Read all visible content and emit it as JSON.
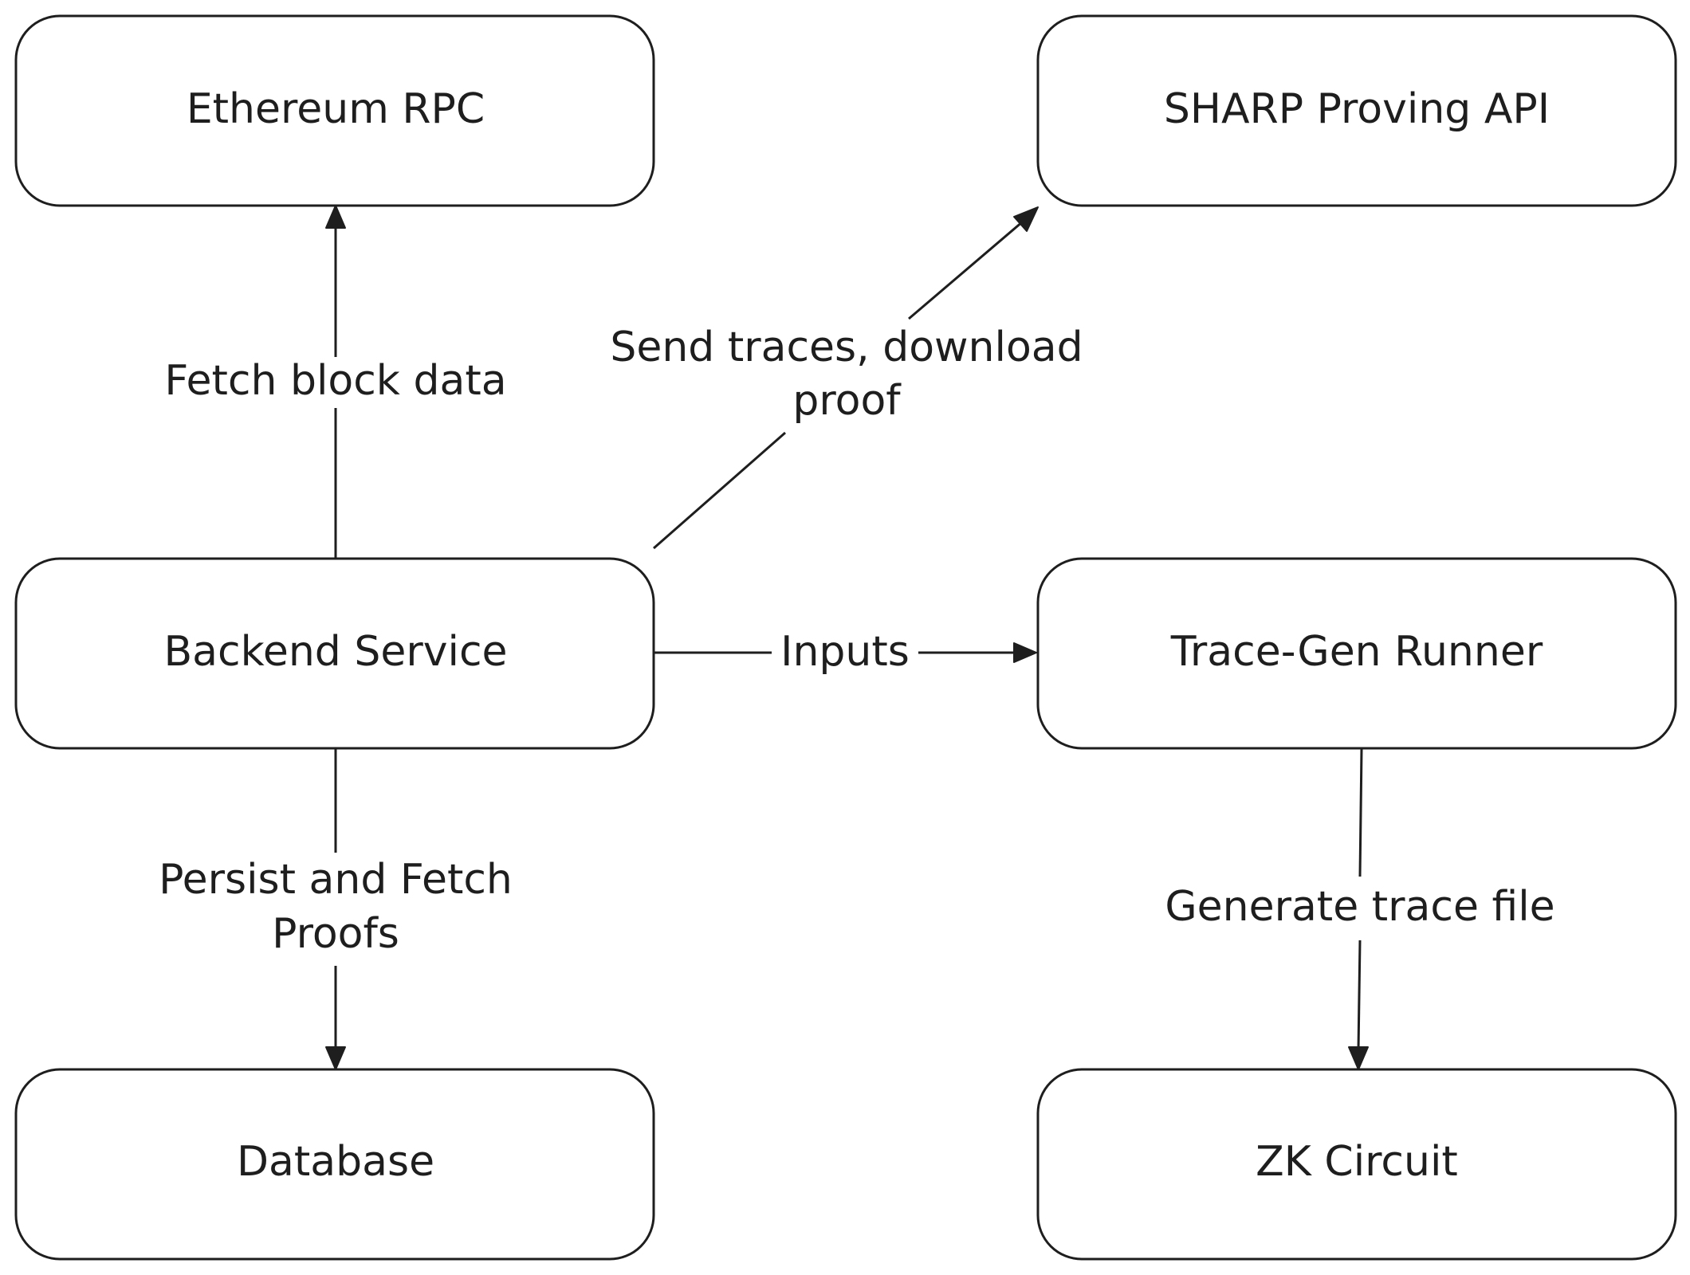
{
  "nodes": {
    "ethereum_rpc": "Ethereum RPC",
    "sharp_api": "SHARP Proving API",
    "backend_service": "Backend Service",
    "trace_gen_runner": "Trace-Gen Runner",
    "database": "Database",
    "zk_circuit": "ZK Circuit"
  },
  "edges": {
    "fetch_block_data": "Fetch block data",
    "send_traces_line1": "Send traces, download",
    "send_traces_line2": "proof",
    "inputs": "Inputs",
    "persist_line1": "Persist and Fetch",
    "persist_line2": "Proofs",
    "generate_trace": "Generate trace file"
  },
  "colors": {
    "stroke": "#1e1e1e",
    "background": "#ffffff"
  }
}
